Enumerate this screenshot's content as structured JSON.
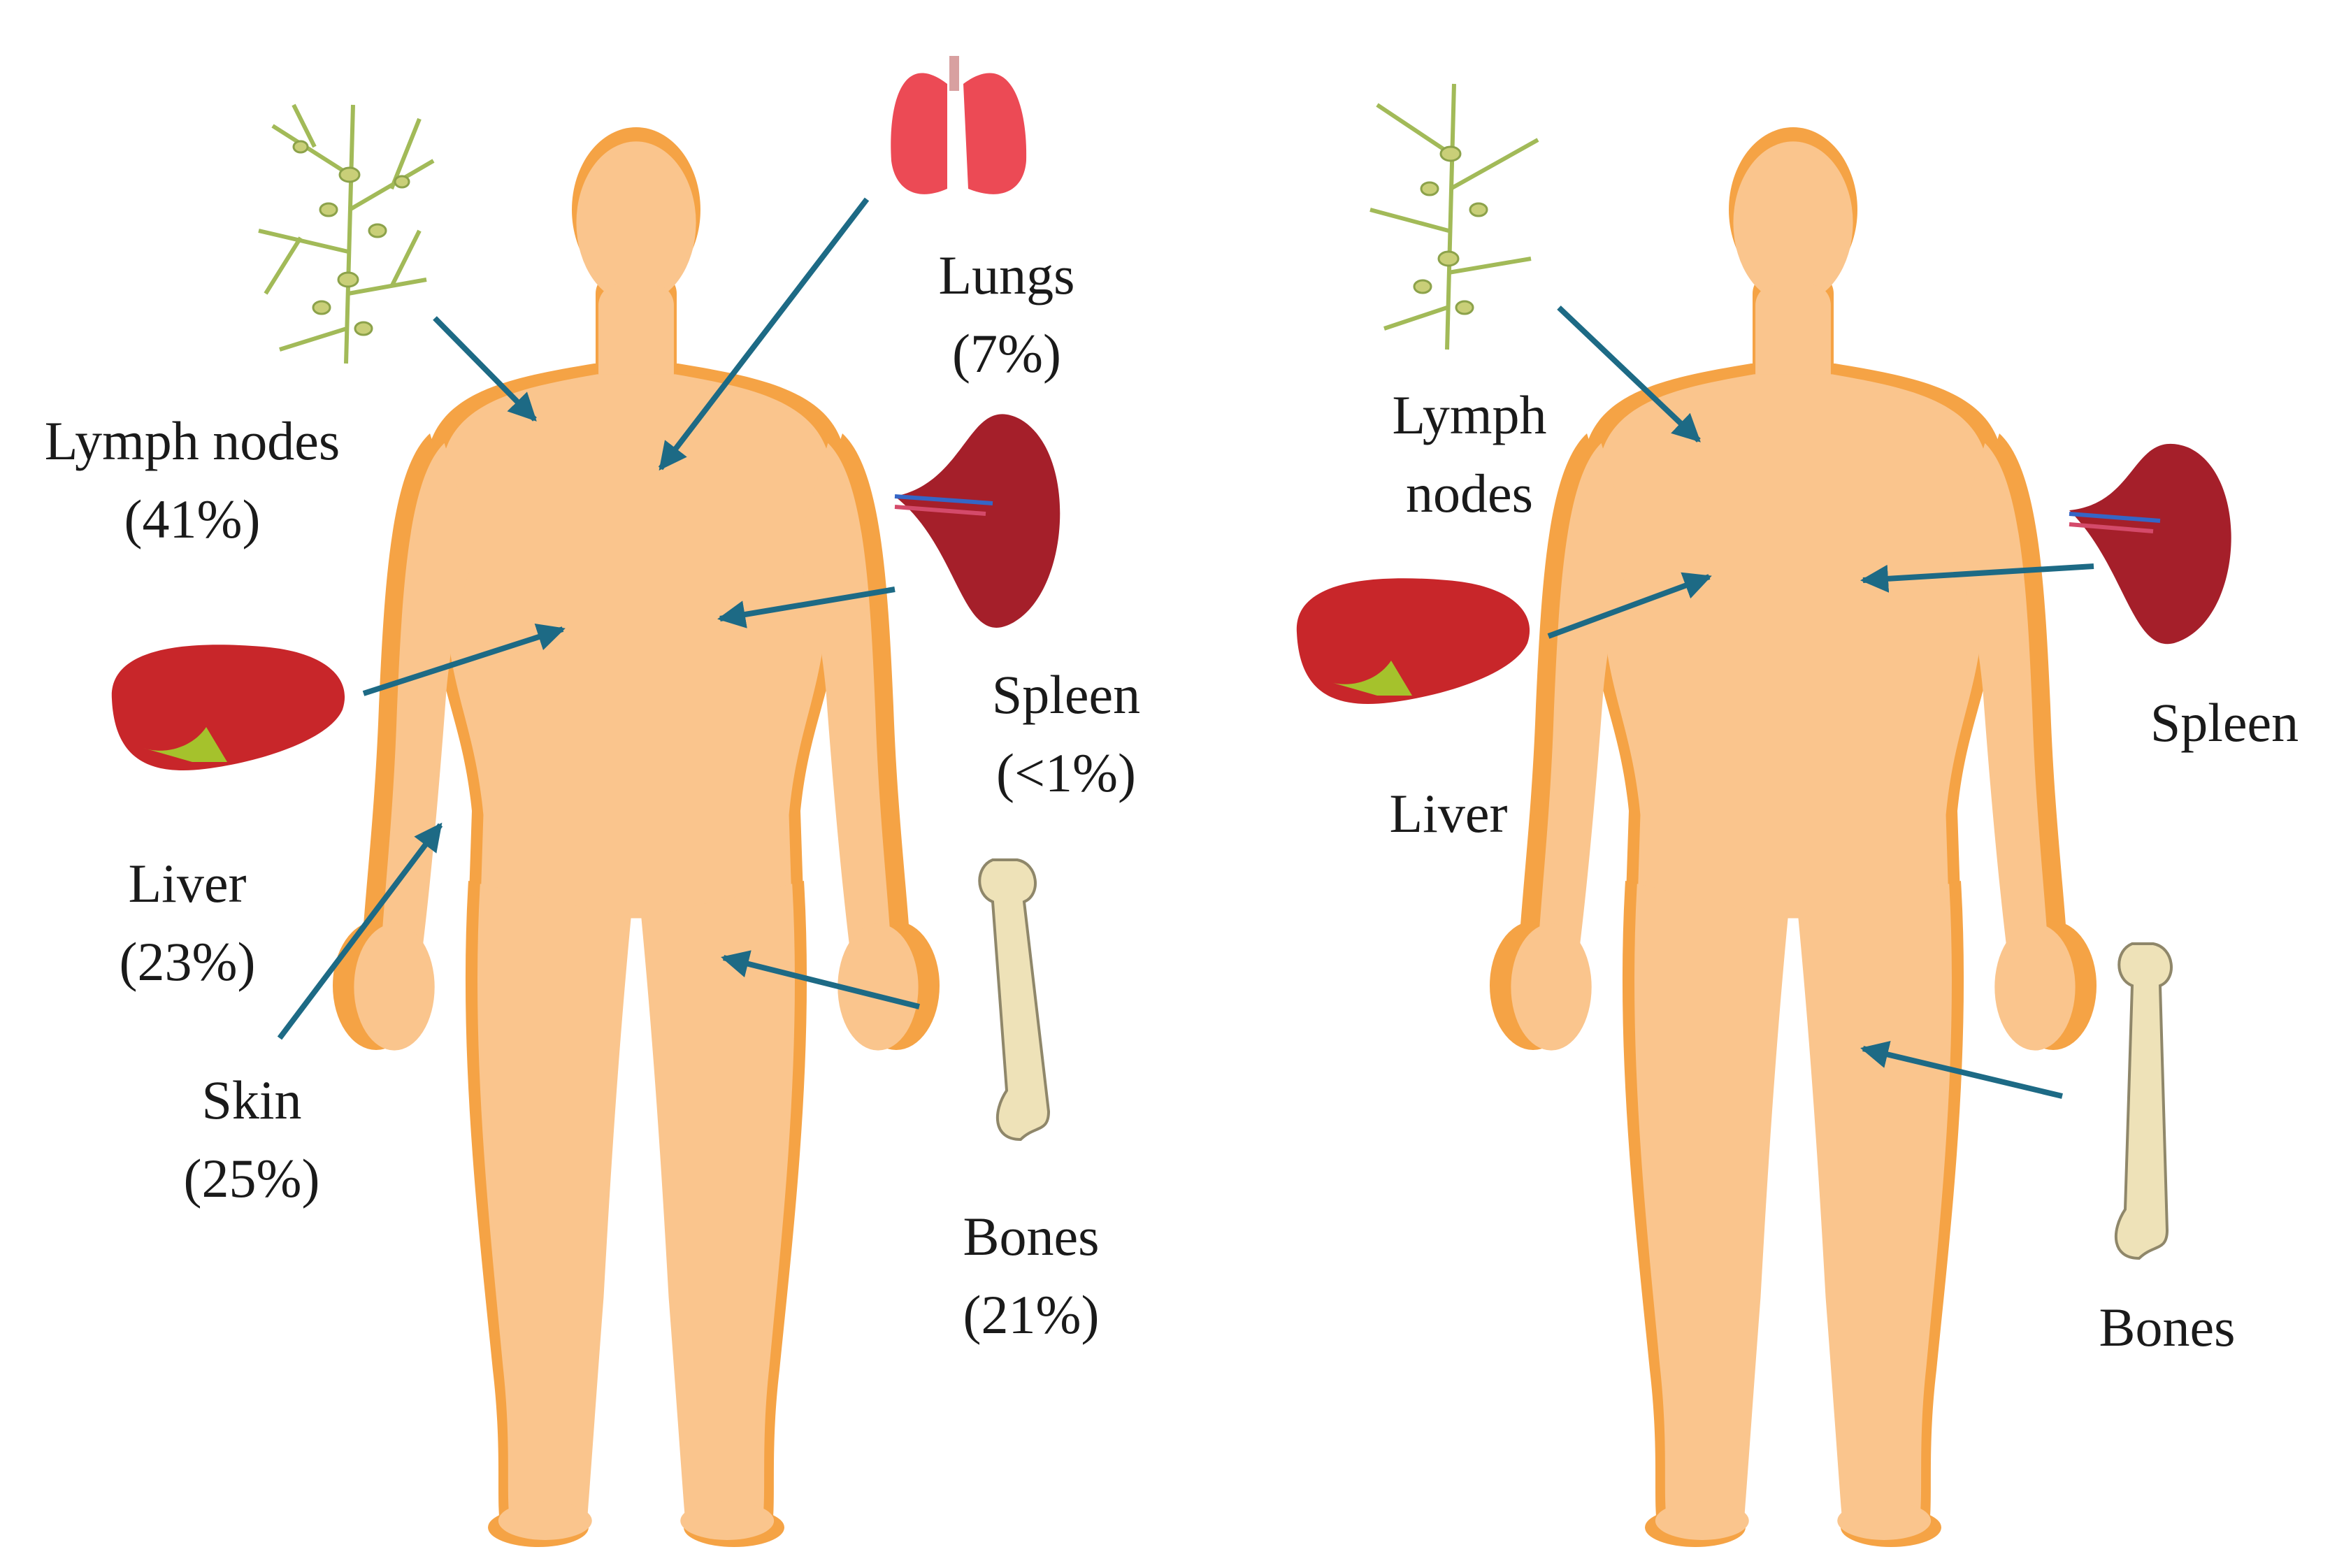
{
  "colors": {
    "skin": "#fac58d",
    "skin_edge": "#f5a345",
    "arrow": "#1d6a85",
    "liver": "#c8262a",
    "spleen": "#a51f2a",
    "lung": "#ec4a55",
    "bone": "#eee2b8",
    "lymph": "#a2ba58",
    "gallbladder": "#a5c22c"
  },
  "left_figure": {
    "lymph_nodes": {
      "name": "Lymph nodes",
      "pct": "(41%)"
    },
    "lungs": {
      "name": "Lungs",
      "pct": "(7%)"
    },
    "spleen": {
      "name": "Spleen",
      "pct": "(<1%)"
    },
    "liver": {
      "name": "Liver",
      "pct": "(23%)"
    },
    "skin": {
      "name": "Skin",
      "pct": "(25%)"
    },
    "bones": {
      "name": "Bones",
      "pct": "(21%)"
    }
  },
  "right_figure": {
    "lymph_nodes": {
      "line1": "Lymph",
      "line2": "nodes"
    },
    "liver": {
      "name": "Liver"
    },
    "spleen": {
      "name": "Spleen"
    },
    "bones": {
      "name": "Bones"
    }
  }
}
